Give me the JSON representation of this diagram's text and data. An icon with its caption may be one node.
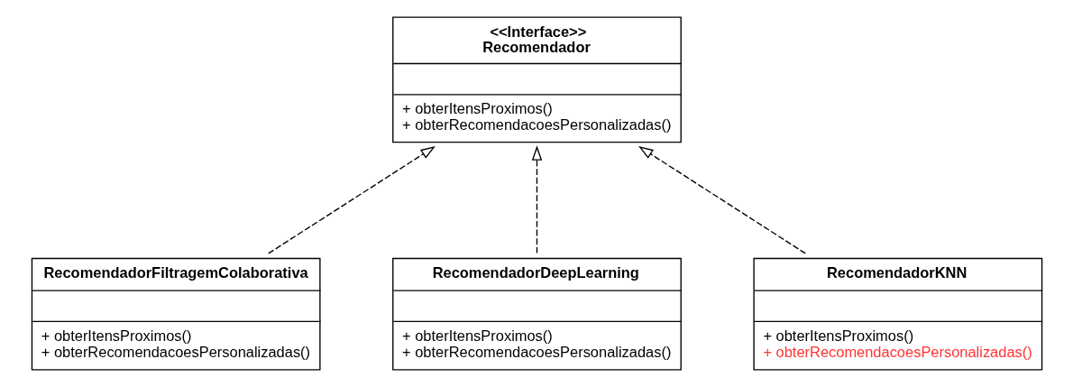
{
  "diagram": {
    "nodes": [
      {
        "text": [
          "<<Interface>>",
          "Recomendador",
          "+ obterItensProximos()",
          "+ obterRecomendacoesPersonalizadas()"
        ]
      },
      {
        "text": [
          "RecomendadorFiltragemColaborativa",
          "+ obterItensProximos()",
          "+ obterRecomendacoesPersonalizadas()"
        ]
      },
      {
        "text": [
          "RecomendadorDeepLearning",
          "+ obterItensProximos()",
          "+ obterRecomendacoesPersonalizadas()"
        ]
      },
      {
        "text": [
          "RecomendadorKNN",
          "+ obterItensProximos()",
          "+ obterRecomendacoesPersonalizadas()"
        ]
      }
    ],
    "edges": [
      {
        "from": 1,
        "to": 0,
        "arrow": "to",
        "style": "dashed"
      },
      {
        "from": 2,
        "to": 0,
        "arrow": "to",
        "style": "dashed"
      },
      {
        "from": 3,
        "to": 0,
        "arrow": "to",
        "style": "dashed"
      }
    ]
  }
}
